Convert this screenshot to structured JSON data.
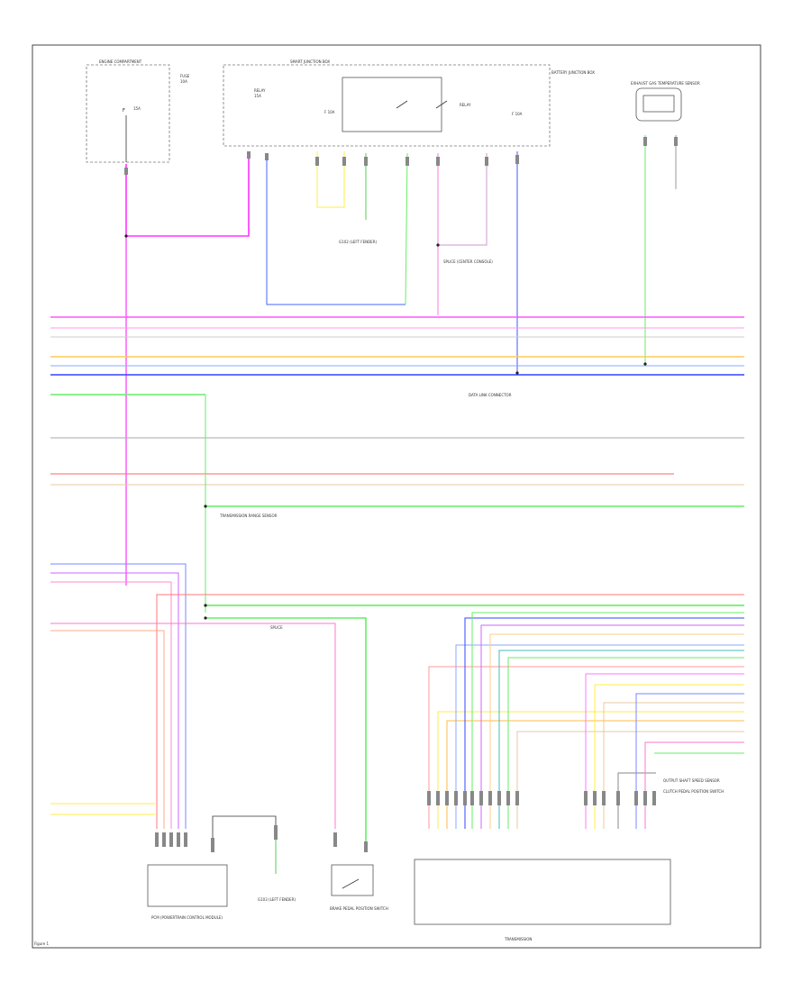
{
  "diagram": {
    "border_label": "Figure 1",
    "colors": {
      "magenta": "#ff33ff",
      "pink": "#ff99cc",
      "violet": "#cc66ff",
      "green": "#66ee66",
      "lightgreen": "#99ff99",
      "blue": "#3344ff",
      "lightblue": "#88aaff",
      "yellow": "#ffee44",
      "orange": "#ffbb44",
      "red": "#ff7777",
      "tan": "#e8c8a0",
      "gray": "#bbbbbb",
      "teal": "#44bbbb",
      "black": "#222222"
    },
    "components": {
      "c1": "ENGINE COMPARTMENT",
      "c2": "SMART JUNCTION BOX",
      "c3": "BATTERY JUNCTION BOX",
      "c4": "EXHAUST GAS TEMPERATURE SENSOR",
      "c5": "G102 (LEFT FENDER)",
      "c6": "SPLICE (CENTER CONSOLE)",
      "c7": "DATA LINK CONNECTOR",
      "c8": "PCM (POWERTRAIN CONTROL MODULE)",
      "c9": "TRANSMISSION RANGE SENSOR",
      "c10": "G103 (LEFT FENDER)",
      "c11": "BRAKE PEDAL POSITION SWITCH",
      "c12": "SPLICE",
      "c13": "CLUTCH PEDAL POSITION SWITCH",
      "c14": "OUTPUT SHAFT SPEED SENSOR",
      "c15": "TRANSMISSION"
    }
  }
}
